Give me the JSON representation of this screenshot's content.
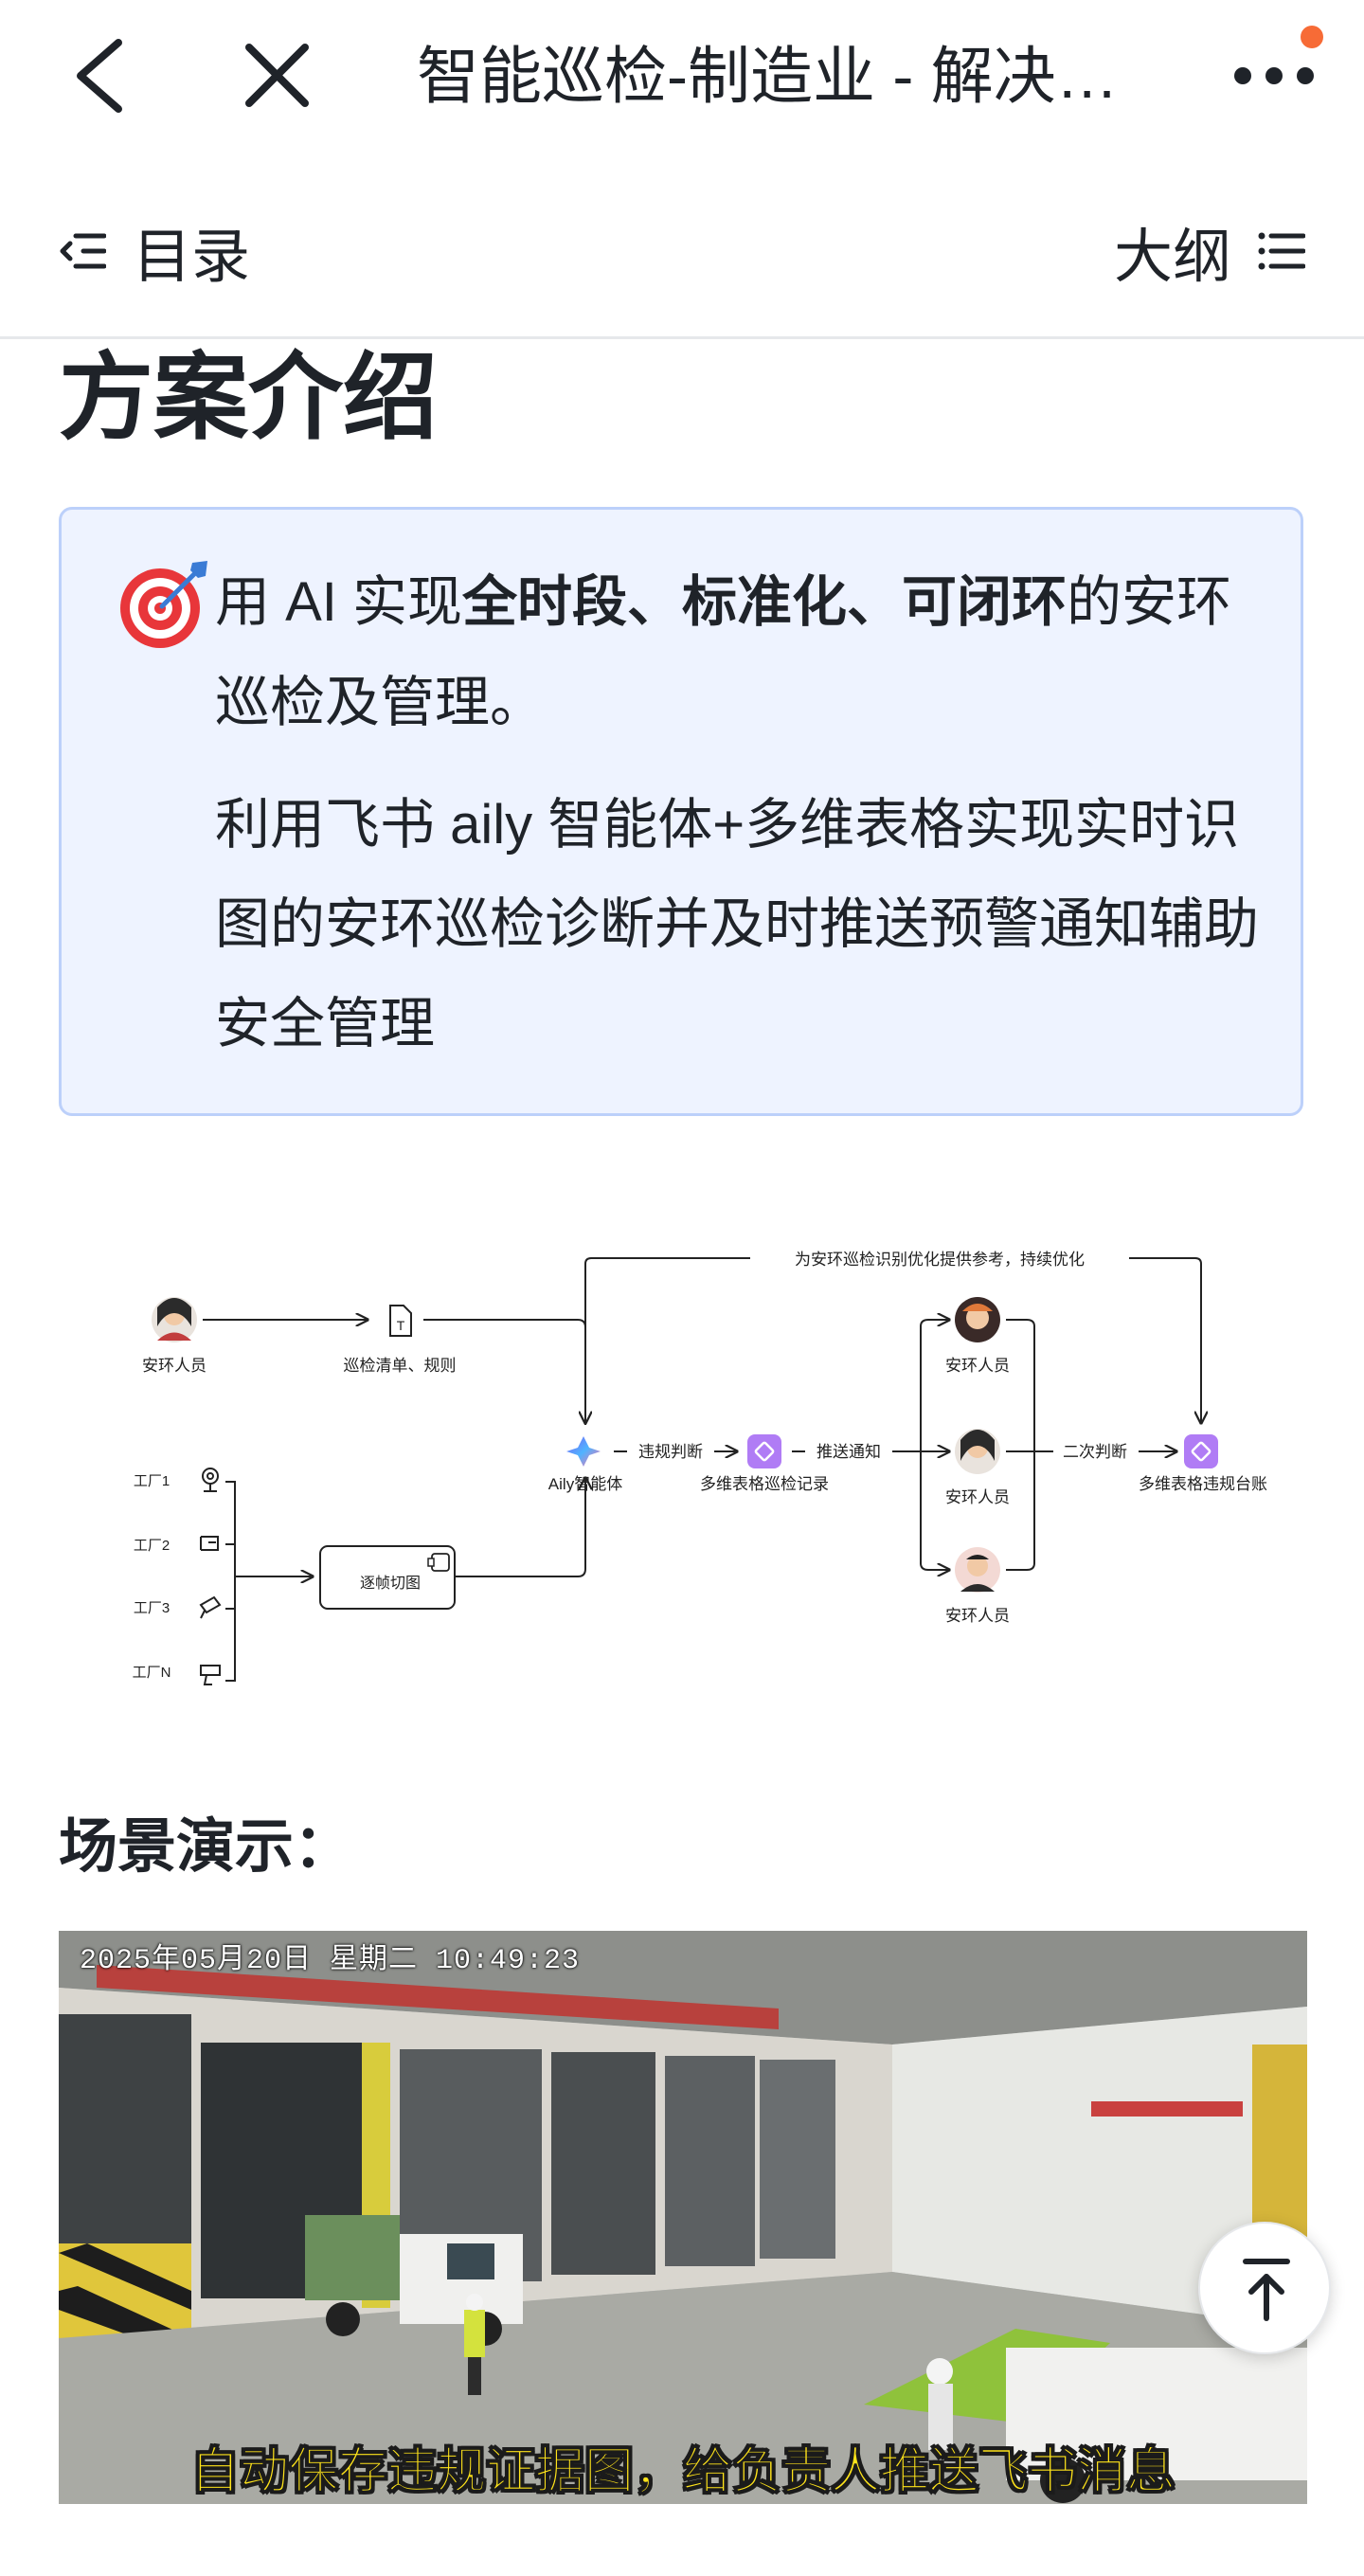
{
  "nav": {
    "title": "智能巡检-制造业 - 解决方案",
    "back_icon": "chevron-left-icon",
    "close_icon": "close-icon",
    "more_icon": "more-icon",
    "badge_color": "#f76b36"
  },
  "toolbar": {
    "toc_label": "目录",
    "outline_label": "大纲"
  },
  "section": {
    "title": "方案介绍"
  },
  "callout": {
    "icon": "target-icon",
    "line1_pre": "用 AI 实现",
    "line1_bold": "全时段、标准化、可闭环",
    "line1_post": "的安环巡检及管理。",
    "line2": "利用飞书 aily 智能体+多维表格实现实时识图的安环巡检诊断并及时推送预警通知辅助安全管理",
    "bg_color": "#eef3ff",
    "border_color": "#bcd0fa"
  },
  "diagram": {
    "feedback": "为安环巡检识别优化提供参考，持续优化",
    "person": "安环人员",
    "checklist": "巡检清单、规则",
    "agent": "Aily智能体",
    "violation_judge": "违规判断",
    "bitable_record": "多维表格巡检记录",
    "push_notify": "推送通知",
    "responder1": "安环人员",
    "responder2": "安环人员",
    "responder3": "安环人员",
    "second_judge": "二次判断",
    "ledger": "多维表格违规台账",
    "frame_cut": "逐帧切图",
    "factory1": "工厂1",
    "factory2": "工厂2",
    "factory3": "工厂3",
    "factoryN": "工厂N"
  },
  "demo": {
    "title": "场景演示：",
    "timestamp": "2025年05月20日  星期二  10:49:23",
    "subtitle": "自动保存违规证据图，给负责人推送飞书消息"
  },
  "back_to_top_icon": "arrow-up-to-top-icon"
}
